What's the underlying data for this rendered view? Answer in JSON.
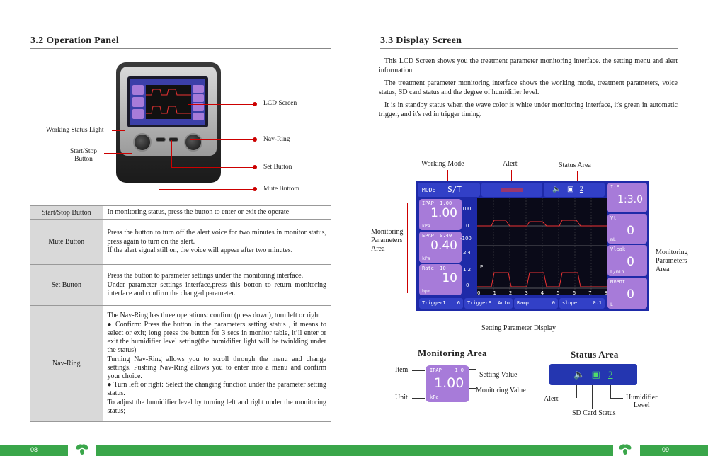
{
  "left": {
    "title": "3.2  Operation Panel",
    "callouts": {
      "lcd": "LCD Screen",
      "nav": "Nav-Ring",
      "set": "Set Button",
      "mute": "Mute Buttom",
      "status_light": "Working Status Light",
      "start_stop": "Start/Stop\nButton"
    },
    "rows": [
      {
        "key": "Start/Stop Button",
        "desc": "In monitoring status, press the button to enter or exit the operate"
      },
      {
        "key": "Mute Button",
        "desc": "Press the button to turn off the alert voice for two minutes in monitor status, press again to turn on the alert.\nIf the alert signal still on, the voice will appear after two minutes."
      },
      {
        "key": "Set Button",
        "desc": "Press the button to parameter settings under the monitoring interface.\nUnder parameter settings interface,press this botton to return monitoring interface and confirm the changed parameter."
      },
      {
        "key": "Nav-Ring",
        "desc": "The Nav-Ring has three operations: confirm (press down), turn left or right\n● Confirm: Press the button in the parameters setting status , it means to select or exit; long press the button for 3 secs in monitor table, it’ll enter or exit the humidifier level setting(the humidifier light will be twinkling under the status)\nTurning Nav-Ring allows you to scroll through the menu and change settings.  Pushing Nav-Ring allows you to enter into a menu and confirm your choice.\n● Turn left or right: Select the changing function under the parameter setting status.\nTo adjust the humidifier level by turning left and right under the monitoring status;"
      }
    ],
    "page_number": "08"
  },
  "right": {
    "title": "3.3  Display Screen",
    "paragraphs": [
      "This LCD Screen shows you the treatment parameter monitoring interface. the setting menu and alert information.",
      "The treatment parameter monitoring interface shows the working mode, treatment parameters, voice status,  SD card status and the degree of humidifier level.",
      "It is in standby status when the wave color is white under monitoring interface, it's green in automatic trigger, and it's red in trigger timing."
    ],
    "callouts": {
      "working_mode": "Working Mode",
      "alert": "Alert",
      "status_area": "Status Area",
      "monitoring_params_left": "Monitoring\nParameters\nArea",
      "monitoring_params_right": "Monitoring\nParameters\nArea",
      "setting_display": "Setting Parameter Display"
    },
    "lcd": {
      "mode_label": "MODE",
      "mode_value": "S/T",
      "left_params": [
        {
          "item": "IPAP",
          "set": "1.00",
          "value": "1.00",
          "unit": "kPa"
        },
        {
          "item": "EPAP",
          "set": "0.40",
          "value": "0.40",
          "unit": "kPa"
        },
        {
          "item": "Rate",
          "set": "10",
          "value": "10",
          "unit": "bpm"
        }
      ],
      "right_params": [
        {
          "item": "I:E",
          "value": "1:3.0",
          "unit": ""
        },
        {
          "item": "Vt",
          "value": "0",
          "unit": "mL"
        },
        {
          "item": "Vleak",
          "value": "0",
          "unit": "L/min"
        },
        {
          "item": "MVent",
          "value": "0",
          "unit": "L"
        }
      ],
      "plot_top_ticks": [
        "100",
        "0",
        "-100"
      ],
      "plot_bottom_ticks": [
        "2.4",
        "1.2",
        "0"
      ],
      "plot_bottom_label": "P",
      "x_ticks": [
        "0",
        "1",
        "2",
        "3",
        "4",
        "5",
        "6",
        "7",
        "8"
      ],
      "bottom_settings": [
        {
          "label": "TriggerI",
          "value": "6"
        },
        {
          "label": "TriggerE",
          "value": "Auto"
        },
        {
          "label": "Ramp",
          "value": "0"
        },
        {
          "label": "slope",
          "value": "0.1"
        }
      ]
    },
    "monitoring_area": {
      "title": "Monitoring Area",
      "item_label": "Item",
      "unit_label": "Unit",
      "setting_value_label": "Setting Value",
      "monitoring_value_label": "Monitoring Value",
      "box_item": "IPAP",
      "box_set": "1.0",
      "box_value": "1.00",
      "box_unit": "kPa"
    },
    "status_area": {
      "title": "Status Area",
      "alert_label": "Alert",
      "sd_label": "SD Card Status",
      "humid_label": "Humidifier\nLevel",
      "humid_value": "2"
    },
    "page_number": "09"
  },
  "colors": {
    "accent_red": "#cc0000",
    "lcd_blue": "#1e2aa8",
    "param_purple": "#a77bd9",
    "footer_green": "#3aa64a"
  }
}
